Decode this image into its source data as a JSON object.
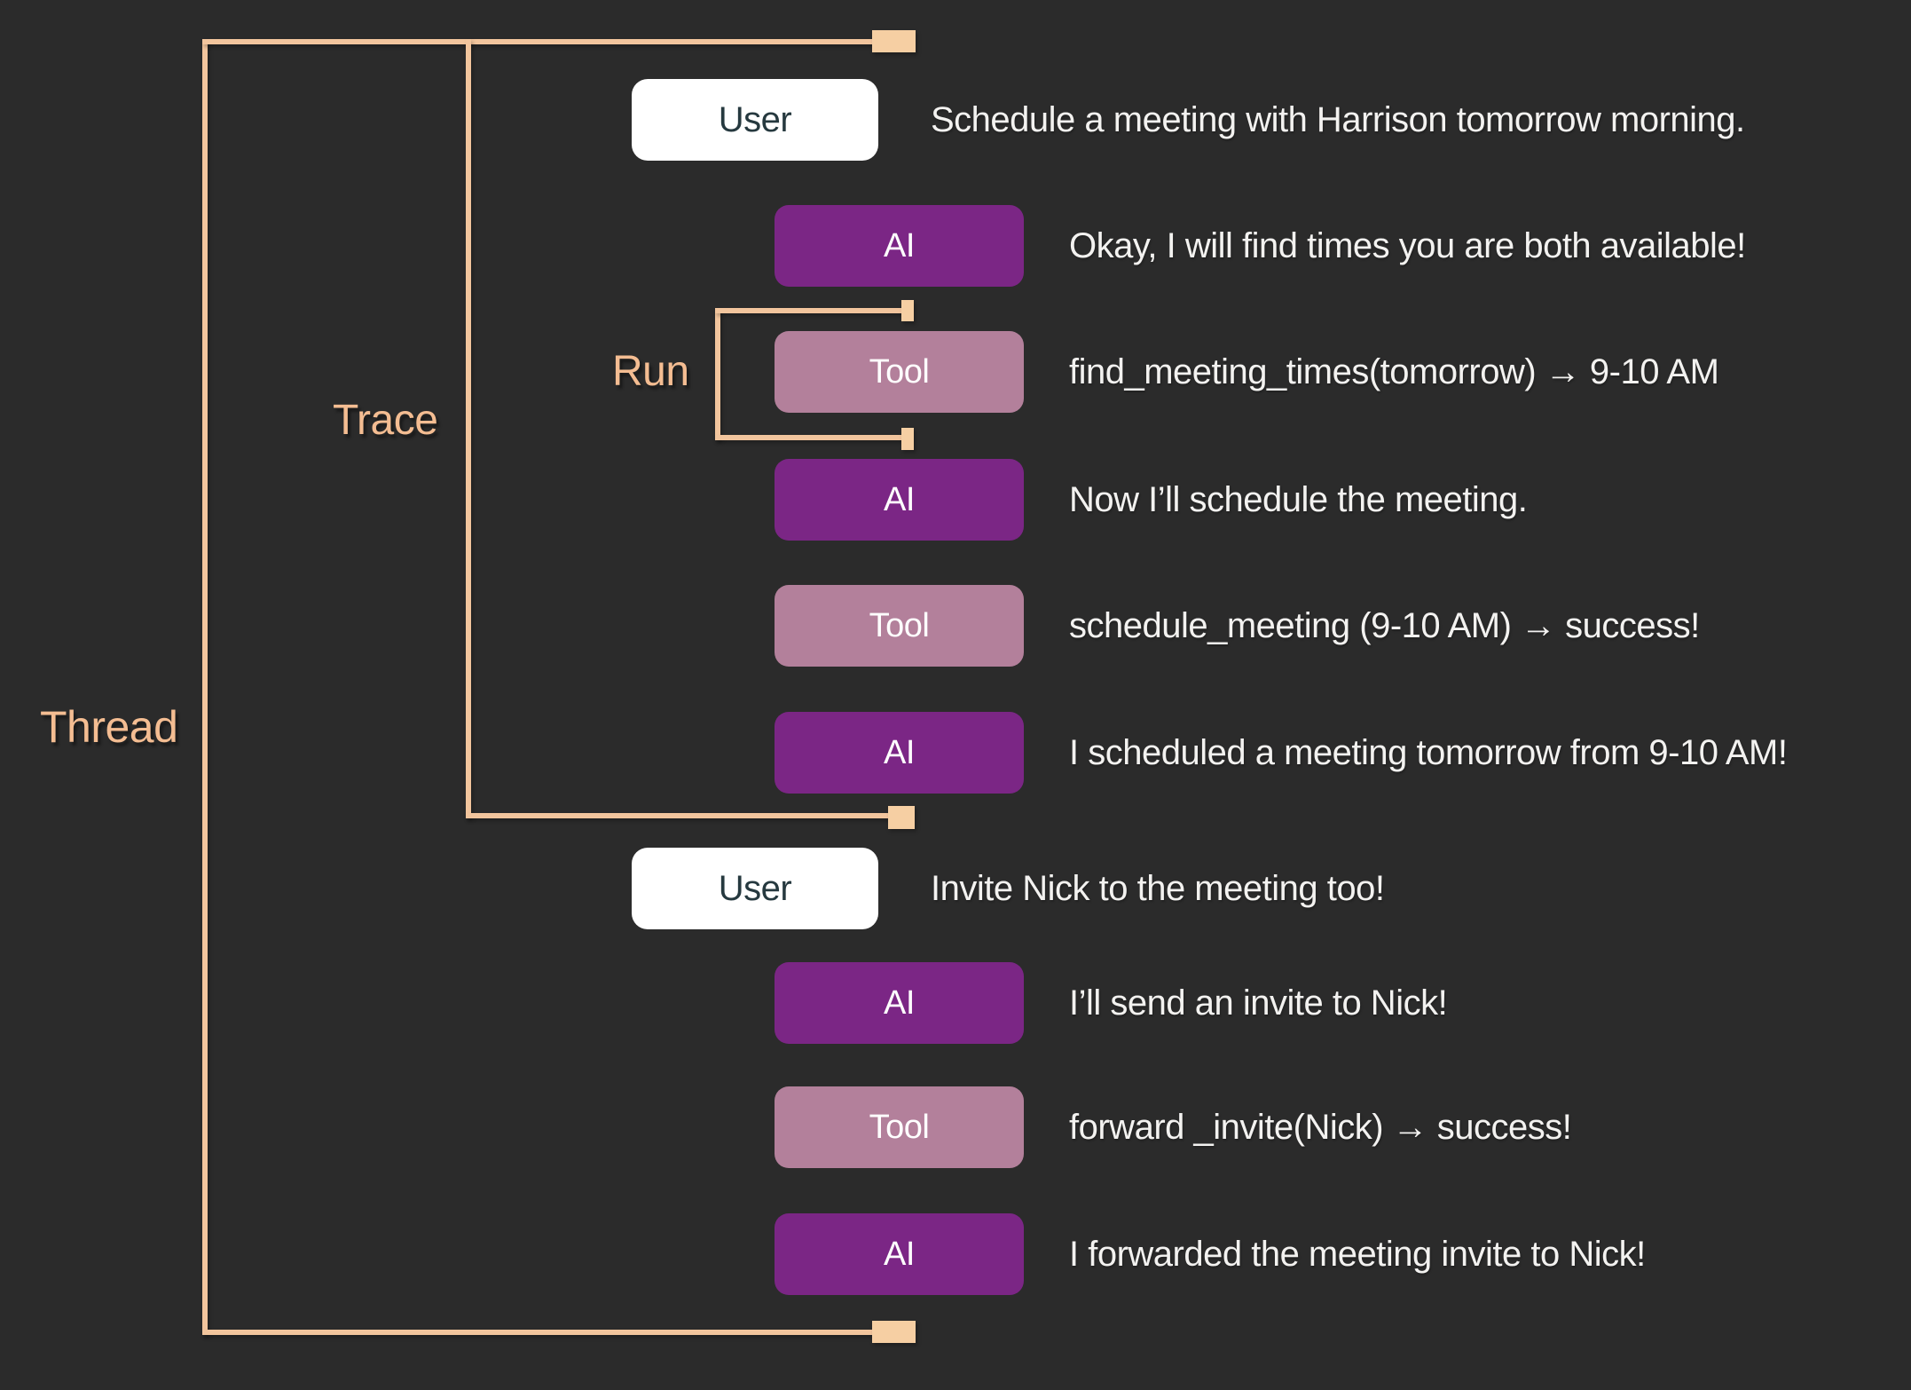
{
  "colors": {
    "background": "#2b2b2b",
    "bracket_line": "#f2c59d",
    "bracket_endpoint": "#f6cfa3",
    "bracket_label": "#f4bd92",
    "ai_badge": "#7b2685",
    "tool_badge": "#b3809b",
    "user_badge_bg": "#ffffff",
    "user_badge_text": "#26393f",
    "message_text": "#f3f2f0"
  },
  "labels": {
    "thread": "Thread",
    "trace": "Trace",
    "run": "Run"
  },
  "messages": [
    {
      "role": "user",
      "badge": "User",
      "text": "Schedule a meeting with Harrison tomorrow morning."
    },
    {
      "role": "ai",
      "badge": "AI",
      "text": "Okay, I will find times you are both available!"
    },
    {
      "role": "tool",
      "badge": "Tool",
      "text": "find_meeting_times(tomorrow) → 9-10 AM"
    },
    {
      "role": "ai",
      "badge": "AI",
      "text": "Now I’ll schedule the meeting."
    },
    {
      "role": "tool",
      "badge": "Tool",
      "text": "schedule_meeting (9-10 AM) → success!"
    },
    {
      "role": "ai",
      "badge": "AI",
      "text": "I scheduled a meeting tomorrow from 9-10 AM!"
    },
    {
      "role": "user",
      "badge": "User",
      "text": "Invite Nick to the meeting too!"
    },
    {
      "role": "ai",
      "badge": "AI",
      "text": "I’ll send an invite to Nick!"
    },
    {
      "role": "tool",
      "badge": "Tool",
      "text": "forward _invite(Nick) → success!"
    },
    {
      "role": "ai",
      "badge": "AI",
      "text": "I forwarded the meeting invite to Nick!"
    }
  ]
}
